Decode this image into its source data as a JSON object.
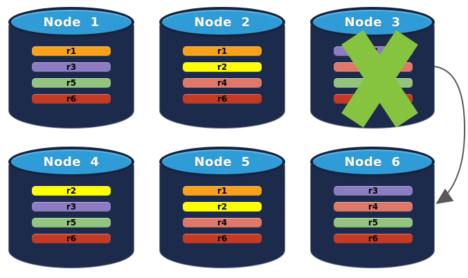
{
  "diagram": {
    "description": "Replicated database cluster: Node 3 fails and its replicas fail over to Node 6",
    "nodes": [
      {
        "label": "Node  1",
        "replicas": [
          "r1",
          "r3",
          "r5",
          "r6"
        ],
        "failed": false
      },
      {
        "label": "Node  2",
        "replicas": [
          "r1",
          "r2",
          "r4",
          "r6"
        ],
        "failed": false
      },
      {
        "label": "Node  3",
        "replicas": [
          "r3",
          "r4",
          "r5",
          "r6"
        ],
        "failed": true
      },
      {
        "label": "Node  4",
        "replicas": [
          "r2",
          "r3",
          "r5",
          "r6"
        ],
        "failed": false
      },
      {
        "label": "Node  5",
        "replicas": [
          "r1",
          "r2",
          "r4",
          "r6"
        ],
        "failed": false
      },
      {
        "label": "Node  6",
        "replicas": [
          "r3",
          "r4",
          "r5",
          "r6"
        ],
        "failed": false
      }
    ],
    "replica_colors": {
      "r1": "#F9A11B",
      "r2": "#FFFF00",
      "r3": "#8E7CC3",
      "r4": "#E0786A",
      "r5": "#93C47D",
      "r6": "#C43A25"
    },
    "colors": {
      "background": "#FFFFFF",
      "cylinder_body": "#1C2B4C",
      "cylinder_top": "#2F9CD7",
      "cylinder_outline": "#16243F",
      "title_text": "#FFFFFF",
      "bar_text": "#000000",
      "failure_x": "#86C440",
      "arrow": "#58595B"
    },
    "arrow": {
      "from_node": "Node 3",
      "to_node": "Node 6"
    }
  }
}
